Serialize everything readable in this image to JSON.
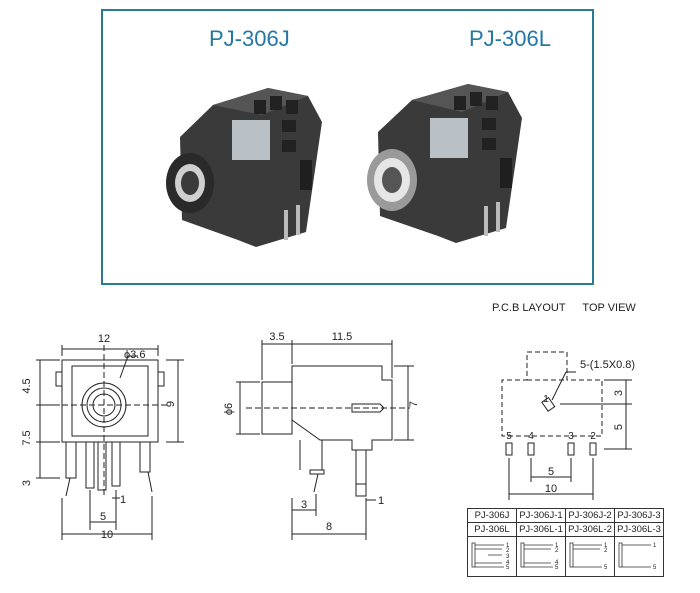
{
  "photos": {
    "left_title": "PJ-306J",
    "right_title": "PJ-306L"
  },
  "pcb": {
    "heading_left": "P.C.B LAYOUT",
    "heading_right": "TOP VIEW",
    "pad_callout": "5-(1.5X0.8)",
    "pin_labels": [
      "5",
      "4",
      "3",
      "2",
      "1"
    ],
    "dim_3": "3",
    "dim_5v": "5",
    "dim_5h": "5",
    "dim_10": "10"
  },
  "front_view": {
    "dim_12": "12",
    "dim_phi": "ϕ3.6",
    "dim_45": "4.5",
    "dim_75": "7.5",
    "dim_3": "3",
    "dim_9": "9",
    "dim_5": "5",
    "dim_1": "1",
    "dim_10": "10"
  },
  "side_view": {
    "dim_35": "3.5",
    "dim_115": "11.5",
    "dim_phi6": "ϕ6",
    "dim_7": "7",
    "dim_3": "3",
    "dim_1": "1",
    "dim_8": "8"
  },
  "table": {
    "row1": [
      "PJ-306J",
      "PJ-306J-1",
      "PJ-306J-2",
      "PJ-306J-3"
    ],
    "row2": [
      "PJ-306L",
      "PJ-306L-1",
      "PJ-306L-2",
      "PJ-306L-3"
    ],
    "schematic_pins": [
      "1",
      "2",
      "3",
      "4",
      "5"
    ]
  }
}
